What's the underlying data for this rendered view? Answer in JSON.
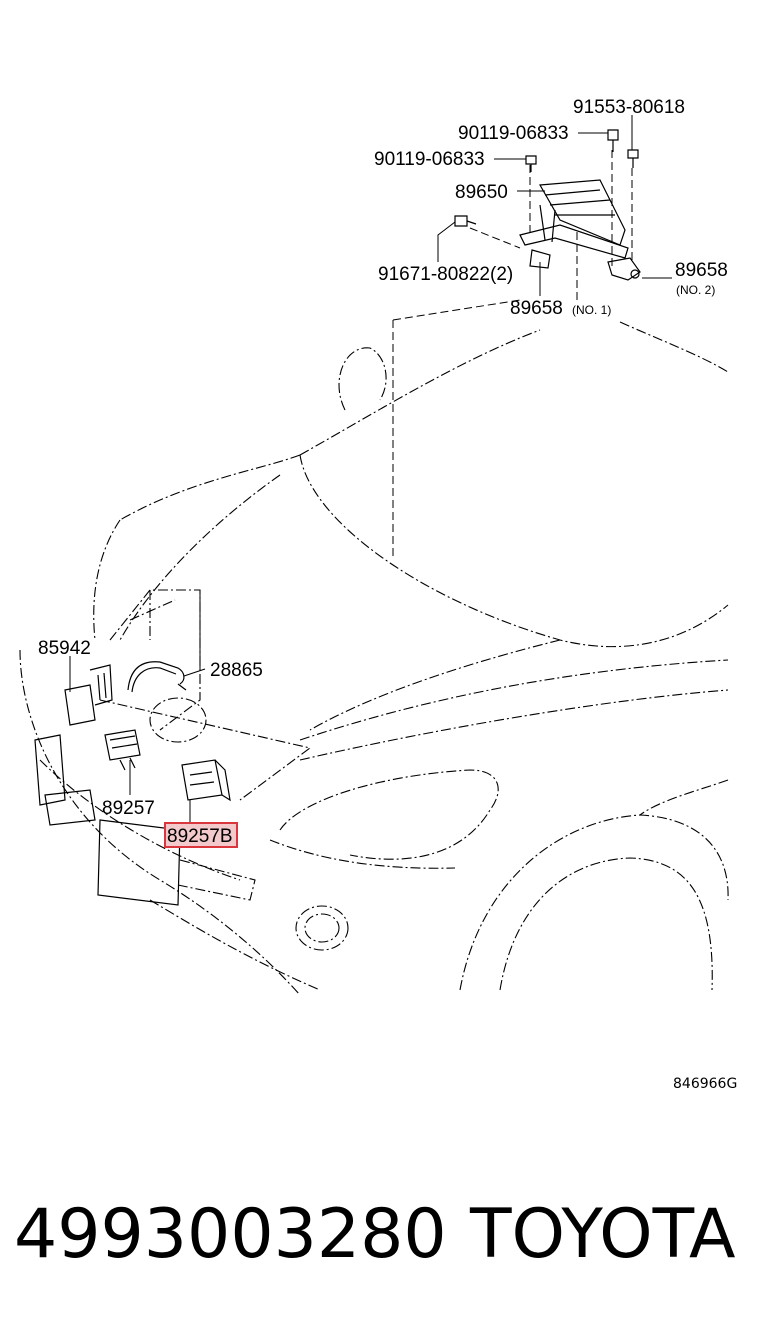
{
  "diagram": {
    "callouts": {
      "p91553": "91553-80618",
      "p90119a": "90119-06833",
      "p90119b": "90119-06833",
      "p89650": "89650",
      "p91671": "91671-80822(2)",
      "p89658_no2": "89658",
      "p89658_no2_note": "(NO. 2)",
      "p89658_no1": "89658",
      "p89658_no1_note": "(NO. 1)",
      "p85942": "85942",
      "p28865": "28865",
      "p89257": "89257",
      "p89257b": "89257B"
    },
    "highlight_color": "#d9363e",
    "highlight_fill": "#f3c9cb",
    "reference_code": "846966G"
  },
  "footer": {
    "part_number": "4993003280",
    "brand": "TOYOTA"
  }
}
